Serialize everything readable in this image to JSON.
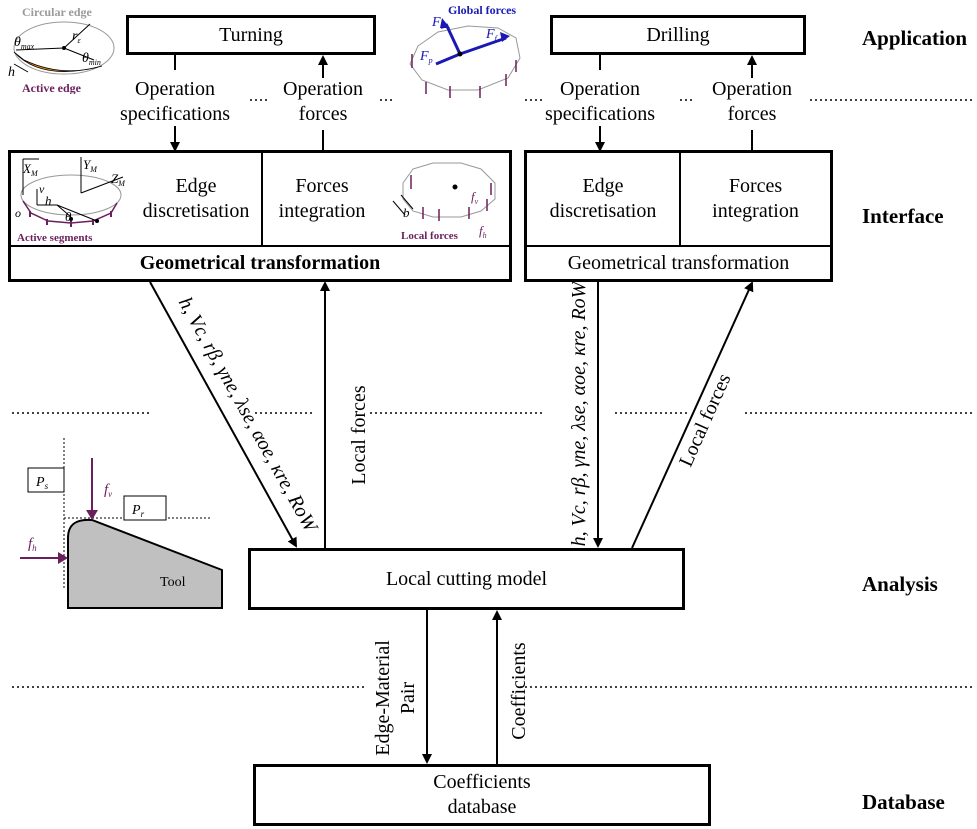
{
  "layers": {
    "application": "Application",
    "interface": "Interface",
    "analysis": "Analysis",
    "database": "Database"
  },
  "turning": {
    "title": "Turning",
    "op_spec": [
      "Operation",
      "specifications"
    ],
    "op_forces": [
      "Operation",
      "forces"
    ],
    "edge_disc": [
      "Edge",
      "discretisation"
    ],
    "forces_int": [
      "Forces",
      "integration"
    ],
    "geo_trans": "Geometrical transformation"
  },
  "drilling": {
    "title": "Drilling",
    "op_spec": [
      "Operation",
      "specifications"
    ],
    "op_forces": [
      "Operation",
      "forces"
    ],
    "edge_disc": [
      "Edge",
      "discretisation"
    ],
    "forces_int": [
      "Forces",
      "integration"
    ],
    "geo_trans": "Geometrical transformation"
  },
  "analysis": {
    "local_model": "Local cutting model",
    "local_forces_left": "Local forces",
    "local_forces_right": "Local forces",
    "params_left": "h, Vc, rβ, γne, λse, αoe, κre, RoW",
    "params_right": "h, Vc, rβ, γne, λse, αoe, κre, RoW"
  },
  "database": {
    "box": [
      "Coefficients",
      "database"
    ],
    "edge_material": [
      "Edge-Material",
      "Pair"
    ],
    "coefficients": "Coefficients"
  },
  "insets": {
    "circular_edge": "Circular edge",
    "active_edge": "Active edge",
    "global_forces": "Global forces",
    "active_segments": "Active segments",
    "local_forces": "Local forces",
    "tool": "Tool",
    "ps": "Ps",
    "pr": "Pr"
  },
  "colors": {
    "purple": "#6b1f5c",
    "blue": "#1a1ab3",
    "orange": "#e08a1e",
    "gray": "#9a9a9a",
    "tool_fill": "#c0c0c0"
  }
}
